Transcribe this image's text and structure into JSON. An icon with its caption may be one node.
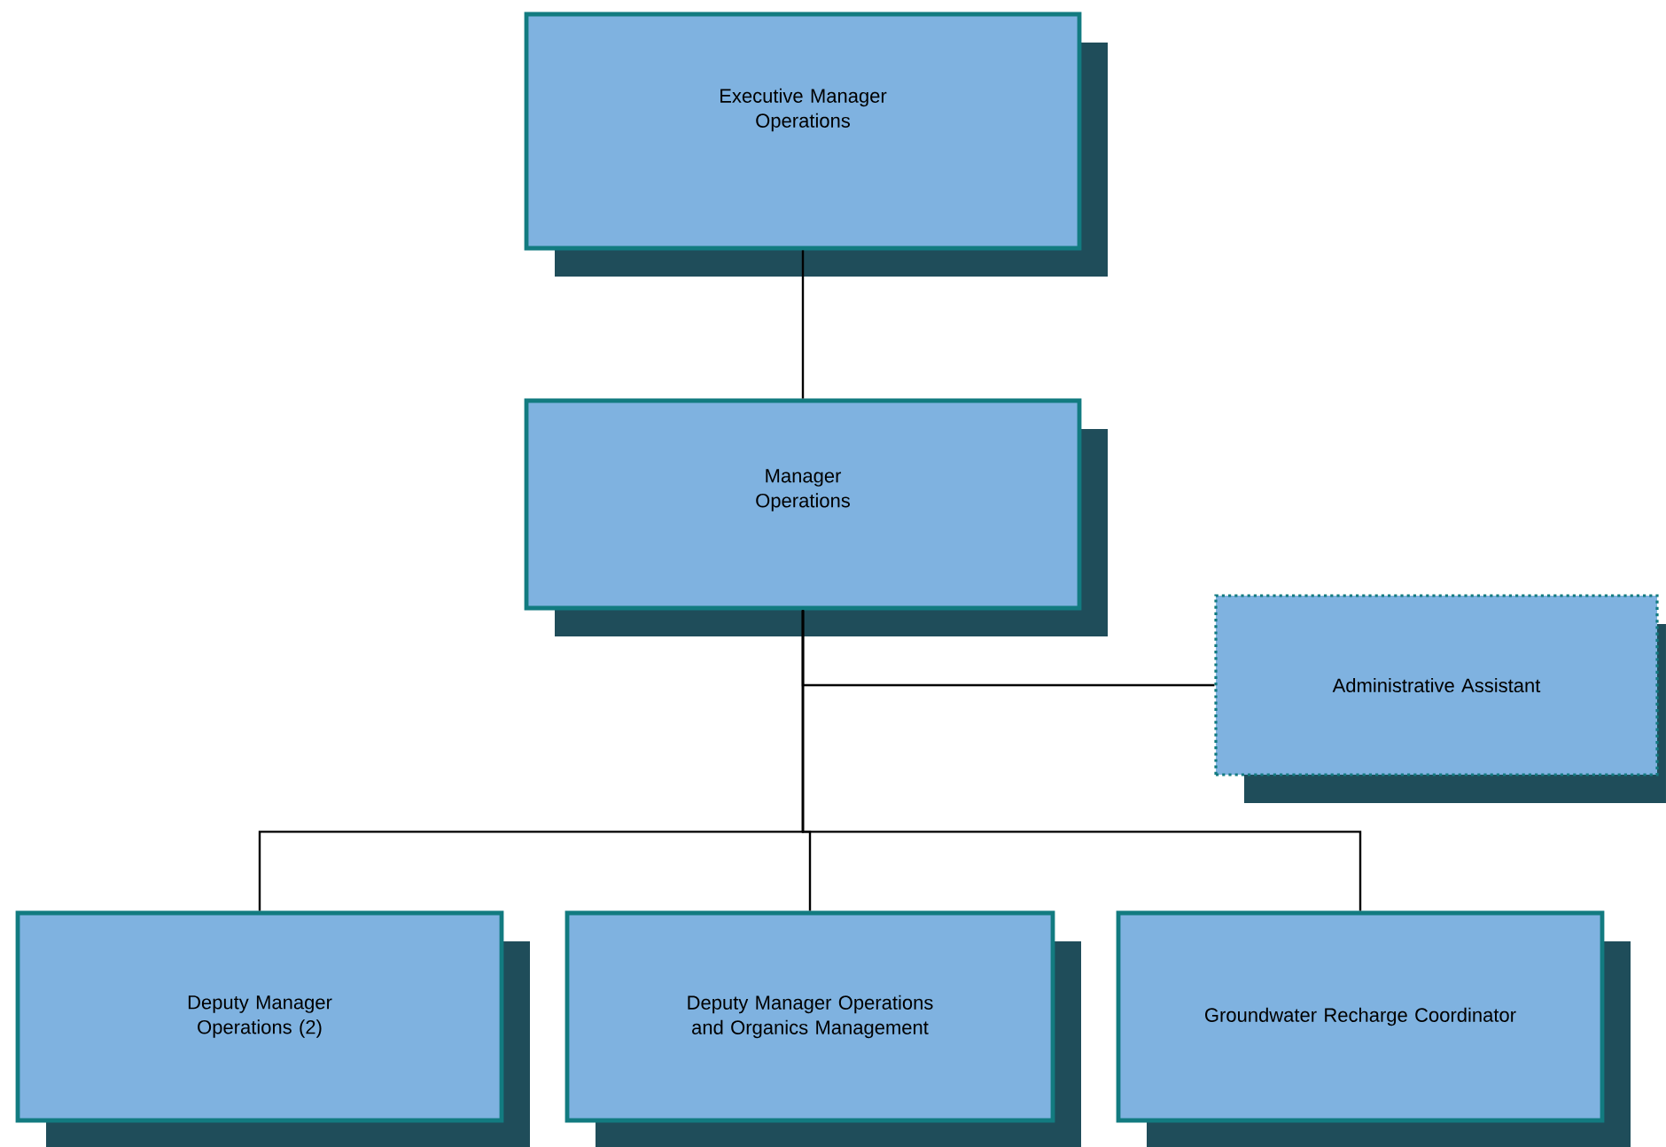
{
  "diagram": {
    "nodes": [
      {
        "text": [
          "Executive Manager Operations"
        ]
      },
      {
        "text": [
          "Manager Operations"
        ]
      },
      {
        "text": [
          "Administrative Assistant"
        ]
      },
      {
        "text": [
          "Deputy Manager Operations (2)"
        ]
      },
      {
        "text": [
          "Deputy Manager Operations and Organics Management"
        ]
      },
      {
        "text": [
          "Groundwater Recharge Coordinator"
        ]
      }
    ],
    "edges": [
      {
        "from": 0,
        "to": 1,
        "arrow": "none"
      },
      {
        "from": 1,
        "to": 2,
        "arrow": "none"
      },
      {
        "from": 1,
        "to": 3,
        "arrow": "none"
      },
      {
        "from": 1,
        "to": 4,
        "arrow": "none"
      },
      {
        "from": 1,
        "to": 5,
        "arrow": "none"
      }
    ]
  }
}
